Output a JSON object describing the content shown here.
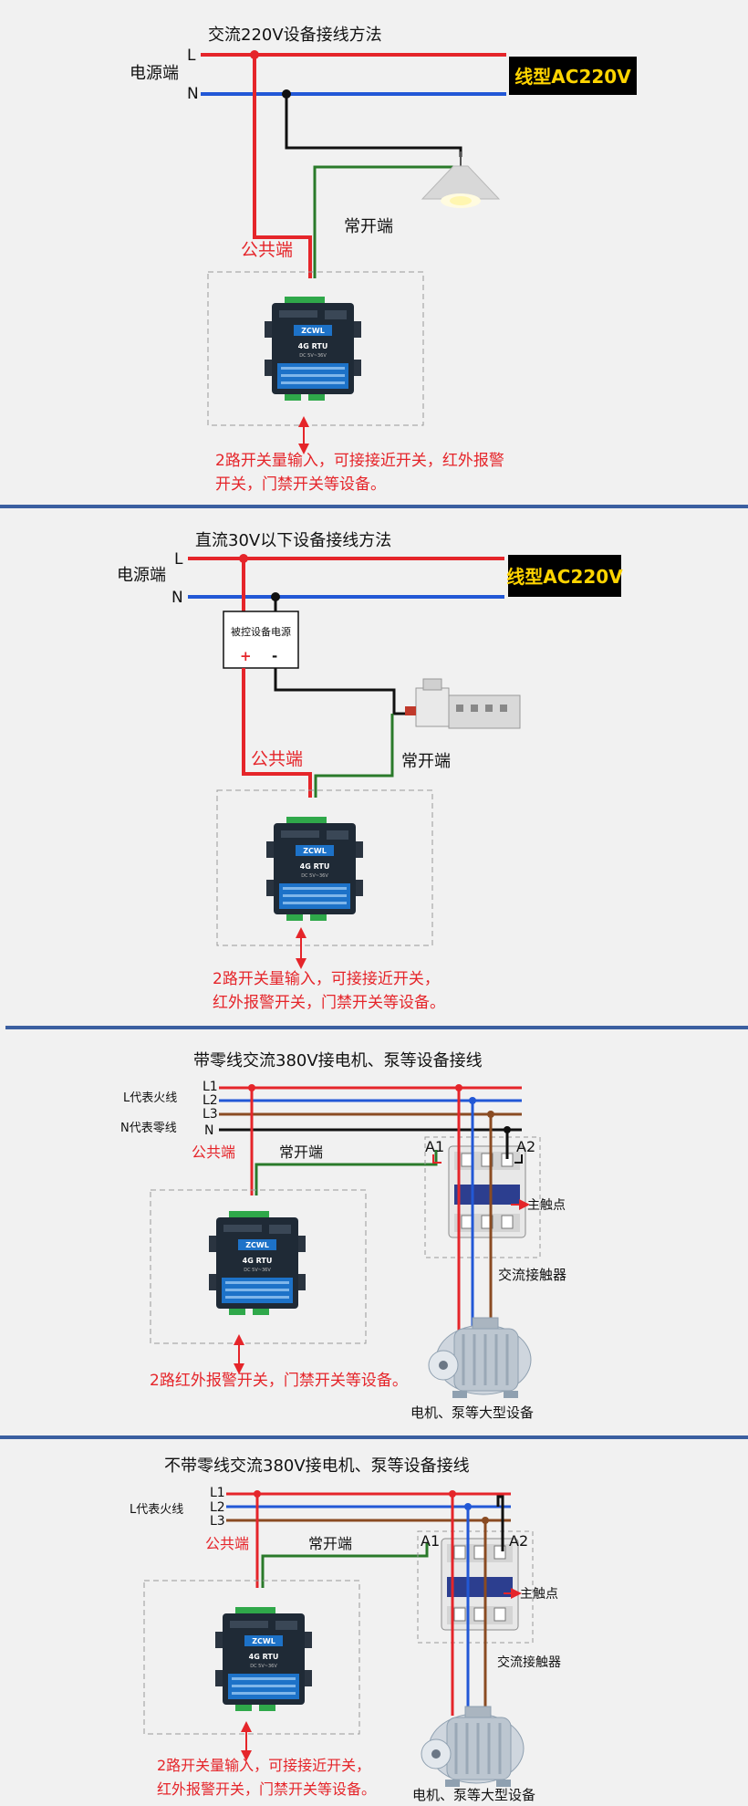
{
  "colors": {
    "red": "#e5252a",
    "blue": "#2258d6",
    "black": "#111111",
    "green": "#2a7a2a",
    "brown": "#8a4b22",
    "separator": "#3b5fa0",
    "device_body": "#1f2a36",
    "device_screen": "#1d72c8",
    "terminal_green": "#2fa84a",
    "badge_bg": "#000000",
    "badge_text": "#ffd400"
  },
  "device": {
    "brand": "ZCWL",
    "model": "4G RTU",
    "spec": "DC 5V~36V"
  },
  "sections": [
    {
      "title": "交流220V设备接线方法",
      "power_label": "电源端",
      "line_labels": [
        "L",
        "N"
      ],
      "badge": "线型AC220V",
      "common_label": "公共端",
      "no_label": "常开端",
      "note_lines": [
        "2路开关量输入，可接接近开关，红外报警",
        "开关，门禁开关等设备。"
      ]
    },
    {
      "title": "直流30V以下设备接线方法",
      "power_label": "电源端",
      "line_labels": [
        "L",
        "N"
      ],
      "badge": "线型AC220V",
      "psu_label": "被控设备电源",
      "psu_plus": "+",
      "psu_minus": "-",
      "common_label": "公共端",
      "no_label": "常开端",
      "note_lines": [
        "2路开关量输入，可接接近开关，",
        "红外报警开关，门禁开关等设备。"
      ]
    },
    {
      "title": "带零线交流380V接电机、泵等设备接线",
      "l_label": "L代表火线",
      "n_label": "N代表零线",
      "line_labels": [
        "L1",
        "L2",
        "L3",
        "N"
      ],
      "common_label": "公共端",
      "no_label": "常开端",
      "a1": "A1",
      "a2": "A2",
      "contact_label": "主触点",
      "contactor_label": "交流接触器",
      "motor_label": "电机、泵等大型设备",
      "note_lines": [
        "2路红外报警开关，门禁开关等设备。"
      ]
    },
    {
      "title": "不带零线交流380V接电机、泵等设备接线",
      "l_label": "L代表火线",
      "line_labels": [
        "L1",
        "L2",
        "L3"
      ],
      "common_label": "公共端",
      "no_label": "常开端",
      "a1": "A1",
      "a2": "A2",
      "contact_label": "主触点",
      "contactor_label": "交流接触器",
      "motor_label": "电机、泵等大型设备",
      "note_lines": [
        "2路开关量输入，可接接近开关，",
        "红外报警开关，门禁开关等设备。"
      ]
    }
  ]
}
